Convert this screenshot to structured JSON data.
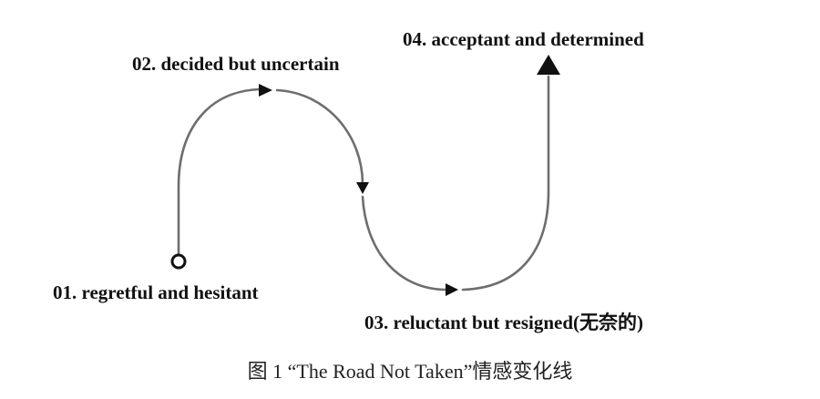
{
  "diagram": {
    "stages": [
      {
        "label": "01. regretful and hesitant"
      },
      {
        "label": "02. decided but uncertain"
      },
      {
        "label": "03. reluctant but resigned(无奈的)"
      },
      {
        "label": "04. acceptant and determined"
      }
    ],
    "caption": "图 1  “The Road Not Taken”情感变化线"
  }
}
